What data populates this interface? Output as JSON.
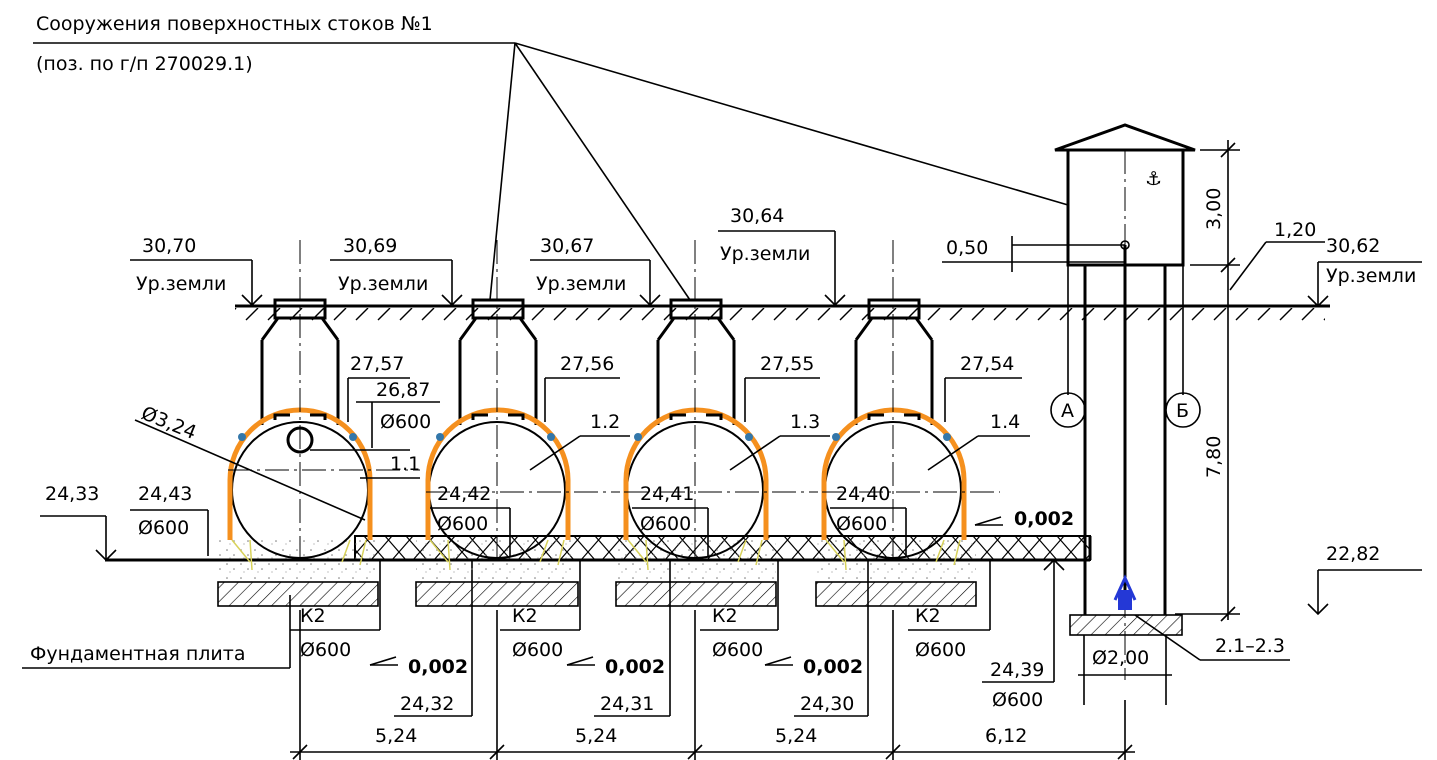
{
  "callout": {
    "line1": "Сооружения поверхностных стоков №1",
    "line2": "(поз. по г/п 270029.1)"
  },
  "ground_label": "Ур.земли",
  "ground_levels": [
    "30,70",
    "30,69",
    "30,67",
    "30,64",
    "30,62"
  ],
  "tanks": [
    {
      "id": "1.1",
      "top": "27,57",
      "pipe_in": "26,87",
      "inlet_diam": "Ø600",
      "bottom": "24,43",
      "diam": "Ø600",
      "out": "24,32",
      "span": "5,24",
      "k2": "К2",
      "k2_diam": "Ø600",
      "slope": "0,002"
    },
    {
      "id": "1.2",
      "top": "27,56",
      "bottom": "24,42",
      "diam": "Ø600",
      "out": "24,31",
      "span": "5,24",
      "k2": "К2",
      "k2_diam": "Ø600",
      "slope": "0,002"
    },
    {
      "id": "1.3",
      "top": "27,55",
      "bottom": "24,41",
      "diam": "Ø600",
      "out": "24,30",
      "span": "5,24",
      "k2": "К2",
      "k2_diam": "Ø600",
      "slope": "0,002"
    },
    {
      "id": "1.4",
      "top": "27,54",
      "bottom": "24,40",
      "diam": "Ø600",
      "k2": "К2",
      "k2_diam": "Ø600"
    }
  ],
  "tank_diameter": "Ø3,24",
  "left_level": "24,33",
  "slope_main": "0,002",
  "end_level": "24,39",
  "end_diam": "Ø600",
  "last_span": "6,12",
  "well": {
    "h_top": "3,00",
    "h_depth": "7,80",
    "offset": "1,20",
    "gap": "0,50",
    "bottom": "22,82",
    "diam": "Ø2,00",
    "axis_a": "А",
    "axis_b": "Б",
    "equipment": "2.1–2.3"
  },
  "foundation": "Фундаментная плита"
}
